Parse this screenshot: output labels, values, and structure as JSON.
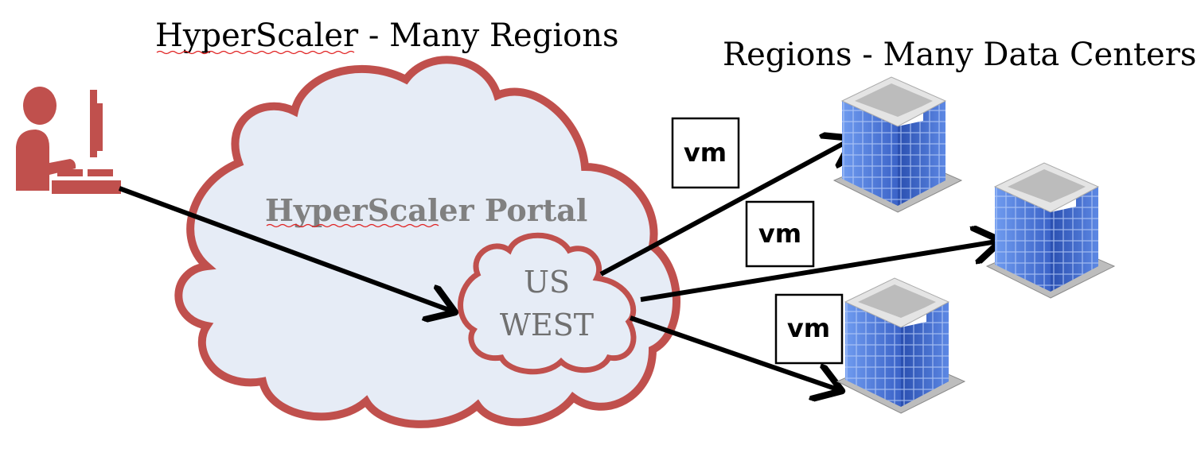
{
  "titles": {
    "left": "HyperScaler - Many Regions",
    "right": "Regions - Many Data Centers"
  },
  "cloud": {
    "portal_label": "HyperScaler Portal",
    "region_line1": "US",
    "region_line2": "WEST"
  },
  "vm_labels": [
    "vm",
    "vm",
    "vm"
  ],
  "colors": {
    "cloud_stroke": "#c0504d",
    "cloud_fill": "#e6ecf6",
    "person": "#c0504d",
    "building": "#4a78d8",
    "arrow": "#000000"
  },
  "icons": [
    "person-at-computer-icon",
    "cloud-icon",
    "data-center-building-icon"
  ]
}
